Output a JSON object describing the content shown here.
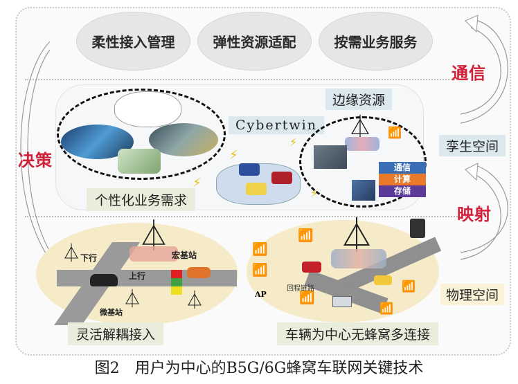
{
  "communication_layer": {
    "functions": [
      "柔性接入管理",
      "弹性资源适配",
      "按需业务服务"
    ],
    "label": "通信"
  },
  "twin_space": {
    "label": "孪生空间",
    "service_demand_label": "个性化业务需求",
    "cybertwin_label": "Cybertwin",
    "edge_resources_label": "边缘资源",
    "resource_types": [
      {
        "label": "通信",
        "color": "#3a6fb5"
      },
      {
        "label": "计算",
        "color": "#e87a2a"
      },
      {
        "label": "存储",
        "color": "#5b3a9a"
      }
    ]
  },
  "decision_label": "决策",
  "mapping_label": "映射",
  "physical_space": {
    "label": "物理空间",
    "left_scene": {
      "title": "灵活解耦接入",
      "downlink": "下行",
      "uplink": "上行",
      "macro_bs": "宏基站",
      "micro_bs": "微基站"
    },
    "right_scene": {
      "title": "车辆为中心无蜂窝多连接",
      "ap": "AP",
      "backhaul": "回程链路"
    }
  },
  "figure_caption": "图2　用户为中心的B5G/6G蜂窝车联网关键技术",
  "colors": {
    "accent_red": "#d0203a",
    "ground": "#f6ebc9",
    "tag_blue": "#dbe8ee"
  }
}
